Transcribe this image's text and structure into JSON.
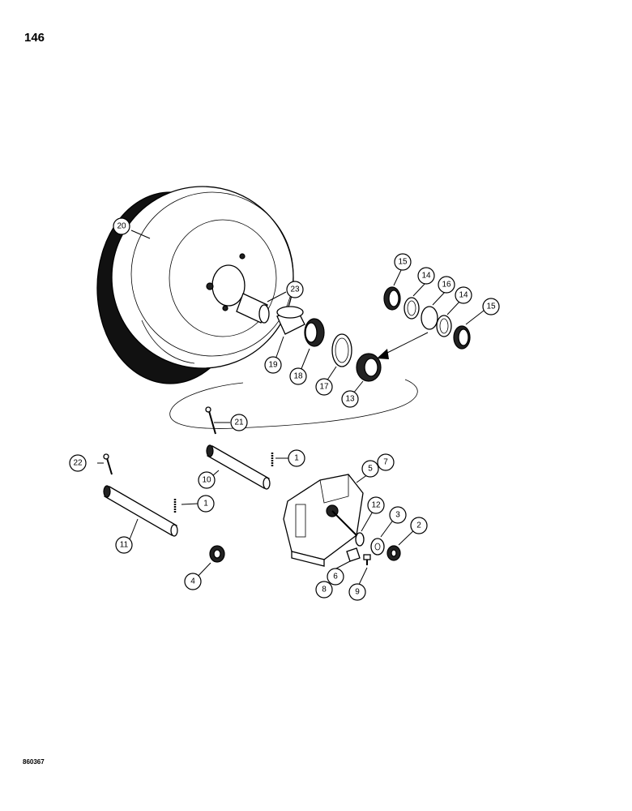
{
  "page": {
    "number": "146",
    "ref_code": "860367"
  },
  "callouts": {
    "c1a": "1",
    "c1b": "1",
    "c2": "2",
    "c3": "3",
    "c4": "4",
    "c5": "5",
    "c6": "6",
    "c7": "7",
    "c8": "8",
    "c9": "9",
    "c10": "10",
    "c11": "11",
    "c12": "12",
    "c13": "13",
    "c14a": "14",
    "c14b": "14",
    "c15a": "15",
    "c15b": "15",
    "c16": "16",
    "c17": "17",
    "c18": "18",
    "c19": "19",
    "c20": "20",
    "c21": "21",
    "c22": "22",
    "c23": "23"
  }
}
